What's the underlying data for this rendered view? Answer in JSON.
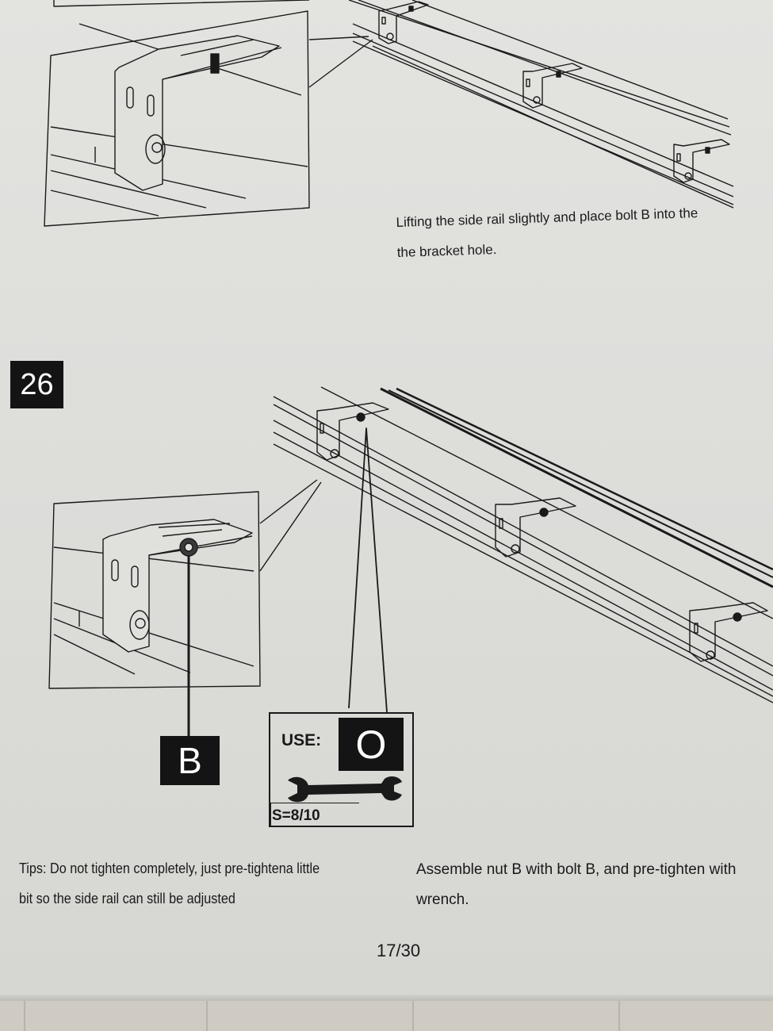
{
  "step_prev": {
    "caption_line1": "Lifting the side rail slightly and place bolt B into the",
    "caption_line2": "the bracket hole."
  },
  "step_current": {
    "number": "26",
    "bolt_label": "B",
    "tool": {
      "use_label": "USE:",
      "part_label": "O",
      "size_label": "S=8/10",
      "icon": "wrench-icon"
    },
    "tips_line1": "Tips: Do not tighten completely, just pre-tightena little",
    "tips_line2": "bit so the side rail can still be adjusted",
    "instruction_line1": "Assemble nut B with bolt B, and pre-tighten with",
    "instruction_line2": "wrench."
  },
  "footer": {
    "page_number": "17/30"
  },
  "colors": {
    "paper": "#e0e0dd",
    "ink": "#1a1a1a",
    "badge": "#141414"
  }
}
